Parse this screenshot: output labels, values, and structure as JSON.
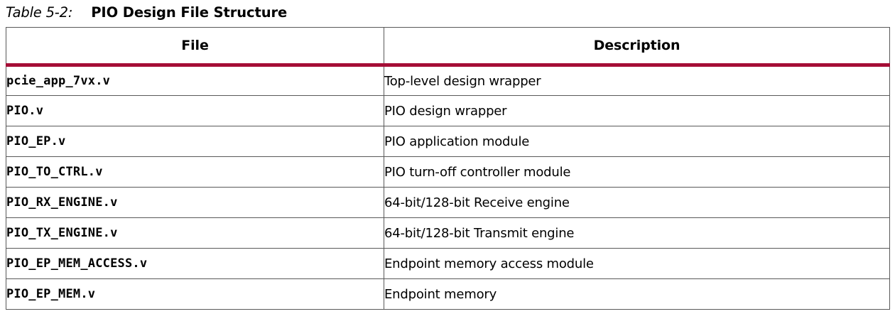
{
  "caption": {
    "label": "Table 5-2:",
    "title": "PIO Design File Structure"
  },
  "table": {
    "columns": [
      {
        "header": "File"
      },
      {
        "header": "Description"
      }
    ],
    "rows": [
      {
        "file": "pcie_app_7vx.v",
        "description": "Top-level design wrapper"
      },
      {
        "file": "PIO.v",
        "description": "PIO design wrapper"
      },
      {
        "file": "PIO_EP.v",
        "description": "PIO application module"
      },
      {
        "file": "PIO_TO_CTRL.v",
        "description": "PIO turn-off controller module"
      },
      {
        "file": "PIO_RX_ENGINE.v",
        "description": "64-bit/128-bit Receive engine"
      },
      {
        "file": "PIO_TX_ENGINE.v",
        "description": "64-bit/128-bit Transmit engine"
      },
      {
        "file": "PIO_EP_MEM_ACCESS.v",
        "description": "Endpoint memory access module"
      },
      {
        "file": "PIO_EP_MEM.v",
        "description": "Endpoint memory"
      }
    ]
  },
  "colors": {
    "header_rule": "#A50D36",
    "grid_line": "#595959",
    "text": "#000000",
    "background": "#FFFFFF"
  }
}
